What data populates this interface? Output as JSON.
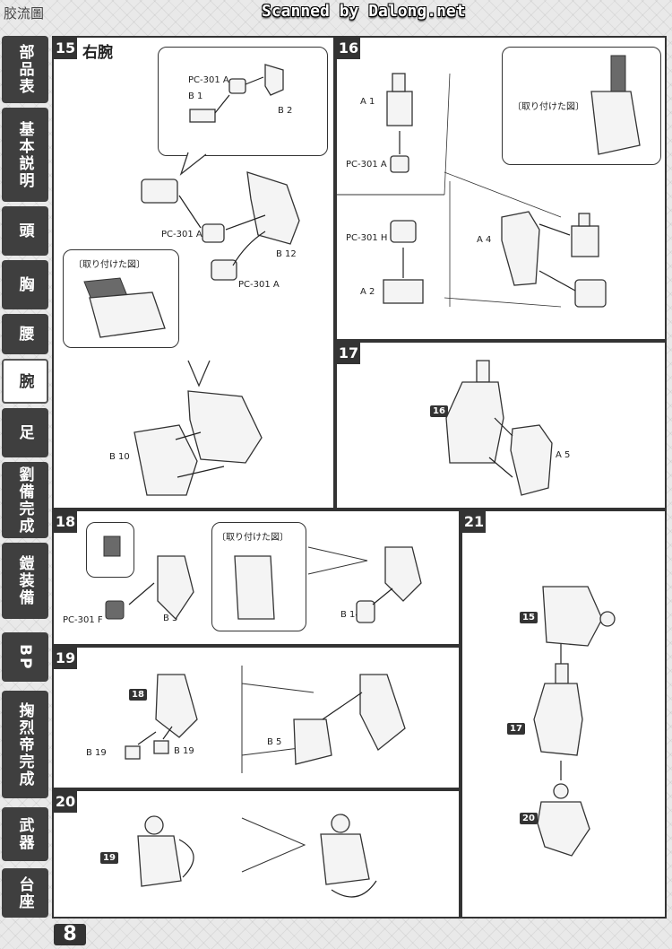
{
  "header": {
    "title": "胶流圖",
    "scan_credit": "Scanned by Dalong.net"
  },
  "page_number": "8",
  "side_tabs": [
    {
      "label": "部品表",
      "active": false
    },
    {
      "label": "基本説明",
      "active": false
    },
    {
      "label": "頭",
      "active": false
    },
    {
      "label": "胸",
      "active": false
    },
    {
      "label": "腰",
      "active": false
    },
    {
      "label": "腕",
      "active": true
    },
    {
      "label": "足",
      "active": false
    },
    {
      "label": "劉備完成",
      "active": false
    },
    {
      "label": "鎧装備",
      "active": false
    },
    {
      "label": "BP",
      "active": false
    },
    {
      "label": "掬烈帝完成",
      "active": false
    },
    {
      "label": "武器",
      "active": false
    },
    {
      "label": "台座",
      "active": false
    }
  ],
  "attached_view_label": "〔取り付けた図〕",
  "steps": {
    "s15": {
      "number": "15",
      "title": "右腕",
      "labels": [
        "PC-301 A",
        "B 1",
        "B 2",
        "PC-301 A",
        "B 12",
        "PC-301 A",
        "B 10"
      ]
    },
    "s16": {
      "number": "16",
      "labels": [
        "A 1",
        "PC-301 A",
        "PC-301 H",
        "A 2",
        "A 4"
      ]
    },
    "s17": {
      "number": "17",
      "labels": [
        "16",
        "A 5"
      ]
    },
    "s18": {
      "number": "18",
      "labels": [
        "PC-301 F",
        "B 3",
        "B 14"
      ]
    },
    "s19": {
      "number": "19",
      "labels": [
        "18",
        "B 19",
        "B 19",
        "B 5"
      ]
    },
    "s20": {
      "number": "20",
      "labels": [
        "19"
      ]
    },
    "s21": {
      "number": "21",
      "labels": [
        "15",
        "17",
        "20"
      ]
    }
  }
}
